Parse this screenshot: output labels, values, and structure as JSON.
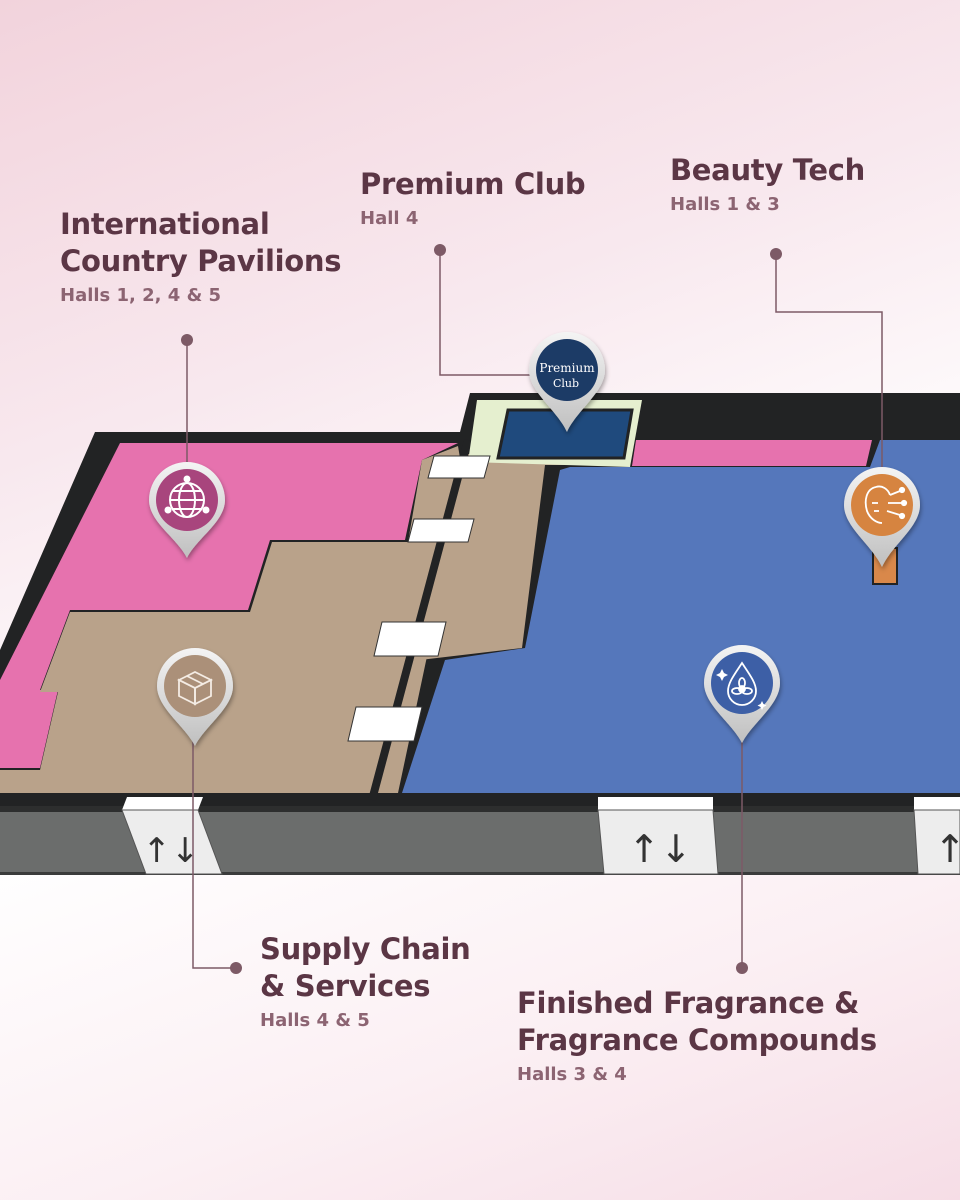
{
  "zones": [
    {
      "id": "international-country-pavilions",
      "title": "International\nCountry Pavilions",
      "halls": "Halls 1, 2, 4 & 5",
      "color": "#e672ae",
      "icon": "globe-network-icon"
    },
    {
      "id": "premium-club",
      "title": "Premium Club",
      "halls": "Hall 4",
      "color": "#1f4a7d",
      "icon": "premium-club-badge",
      "badge_line1": "Premium",
      "badge_line2": "Club"
    },
    {
      "id": "beauty-tech",
      "title": "Beauty Tech",
      "halls": "Halls 1 & 3",
      "color": "#d9884a",
      "icon": "face-circuit-icon"
    },
    {
      "id": "supply-chain-services",
      "title": "Supply Chain\n& Services",
      "halls": "Halls 4 & 5",
      "color": "#b9a28a",
      "icon": "box-icon"
    },
    {
      "id": "finished-fragrance",
      "title": "Finished Fragrance &\nFragrance Compounds",
      "halls": "Halls 3 & 4",
      "color": "#5577bb",
      "icon": "fragrance-drop-icon"
    }
  ],
  "colors": {
    "text_title": "#5b3645",
    "text_sub": "#8c6472",
    "leader_line": "#7d5a66",
    "walls": "#222324",
    "corridor": "#6b6d6c",
    "pale_zone": "#e5efcf"
  },
  "escalators": [
    {
      "symbol": "↑↓"
    },
    {
      "symbol": "↑↓"
    },
    {
      "symbol": "↑"
    }
  ]
}
